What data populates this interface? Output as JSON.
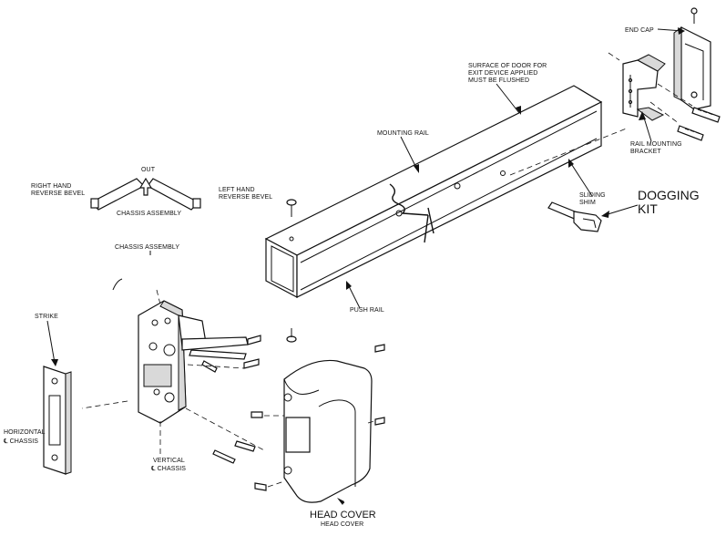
{
  "labels": {
    "end_cap": "END CAP",
    "surface_line1": "SURFACE OF DOOR FOR",
    "surface_line2": "EXIT DEVICE APPLIED",
    "surface_line3": "MUST BE FLUSHED",
    "mounting_rail": "MOUNTING RAIL",
    "rail_bracket_line1": "RAIL MOUNTING",
    "rail_bracket_line2": "BRACKET",
    "out": "OUT",
    "rh_line1": "RIGHT HAND",
    "rh_line2": "REVERSE BEVEL",
    "lh_line1": "LEFT HAND",
    "lh_line2": "REVERSE BEVEL",
    "chassis_assembly_top": "CHASSIS ASSEMBLY",
    "sliding_line1": "SLIDING",
    "sliding_line2": "SHIM",
    "dogging_line1": "DOGGING",
    "dogging_line2": "KIT",
    "chassis_assembly": "CHASSIS ASSEMBLY",
    "push_rail": "PUSH RAIL",
    "strike": "STRIKE",
    "horizontal_line1": "HORIZONTAL",
    "horizontal_line2": "℄  CHASSIS",
    "vertical_line1": "VERTICAL",
    "vertical_line2": "℄ CHASSIS",
    "head_cover_large": "HEAD COVER",
    "head_cover_small": "HEAD COVER"
  }
}
